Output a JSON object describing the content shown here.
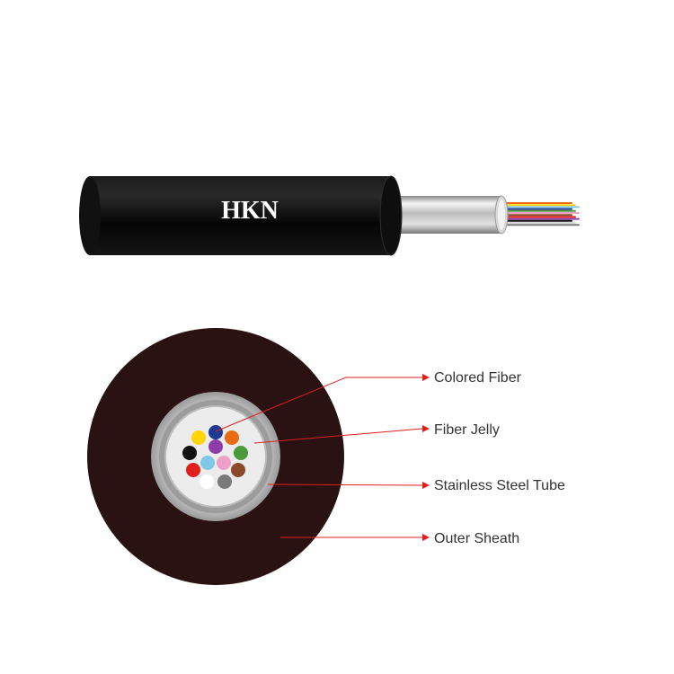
{
  "brand": "HKN",
  "labels": {
    "colored_fiber": "Colored Fiber",
    "fiber_jelly": "Fiber Jelly",
    "stainless_steel_tube": "Stainless Steel Tube",
    "outer_sheath": "Outer Sheath"
  },
  "colors": {
    "sheath": "#2a1212",
    "cable_jacket": "#0b0b0b",
    "leader_line": "#e21d1d",
    "tube_outer": "#b3b3b3",
    "jelly": "#ececec"
  },
  "fiber_colors": [
    "#1f3a93",
    "#ffd400",
    "#e86a12",
    "#111111",
    "#8e3da8",
    "#4a9a3a",
    "#e0201b",
    "#7ec8e8",
    "#f0a0c8",
    "#8a4a2a",
    "#ffffff",
    "#7a7a7a"
  ]
}
